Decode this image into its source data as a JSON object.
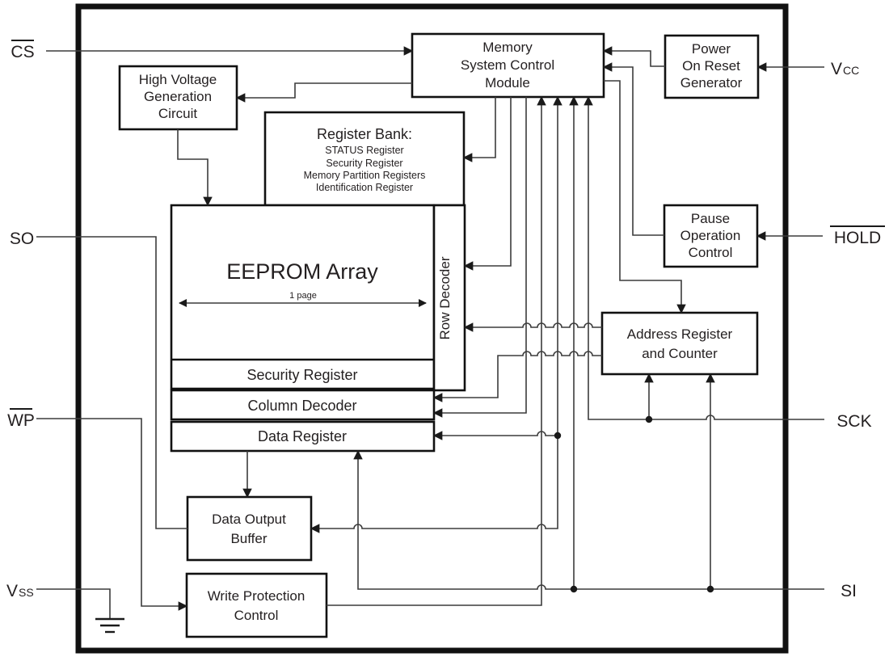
{
  "pins": {
    "cs": {
      "label": "CS"
    },
    "so": {
      "label": "SO"
    },
    "wp": {
      "label": "WP"
    },
    "vss": {
      "main": "V",
      "sub": "SS"
    },
    "vcc": {
      "main": "V",
      "sub": "CC"
    },
    "hold": {
      "label": "HOLD"
    },
    "sck": {
      "label": "SCK"
    },
    "si": {
      "label": "SI"
    }
  },
  "blocks": {
    "memory_system_control": {
      "line1": "Memory",
      "line2": "System Control",
      "line3": "Module"
    },
    "power_on_reset": {
      "line1": "Power",
      "line2": "On Reset",
      "line3": "Generator"
    },
    "high_voltage": {
      "line1": "High Voltage",
      "line2": "Generation",
      "line3": "Circuit"
    },
    "register_bank": {
      "title": "Register Bank:",
      "items": [
        "STATUS Register",
        "Security Register",
        "Memory Partition Registers",
        "Identification Register"
      ]
    },
    "eeprom_array": {
      "label": "EEPROM Array",
      "page_label": "1 page"
    },
    "row_decoder": {
      "label": "Row Decoder"
    },
    "security_register": {
      "label": "Security Register"
    },
    "column_decoder": {
      "label": "Column Decoder"
    },
    "data_register": {
      "label": "Data Register"
    },
    "pause_operation": {
      "line1": "Pause",
      "line2": "Operation",
      "line3": "Control"
    },
    "address_register": {
      "line1": "Address Register",
      "line2": "and Counter"
    },
    "data_output_buffer": {
      "line1": "Data Output",
      "line2": "Buffer"
    },
    "write_protection": {
      "line1": "Write Protection",
      "line2": "Control"
    }
  },
  "colors": {
    "ink": "#231f20",
    "wire": "#3c3c3c",
    "background": "#ffffff"
  }
}
